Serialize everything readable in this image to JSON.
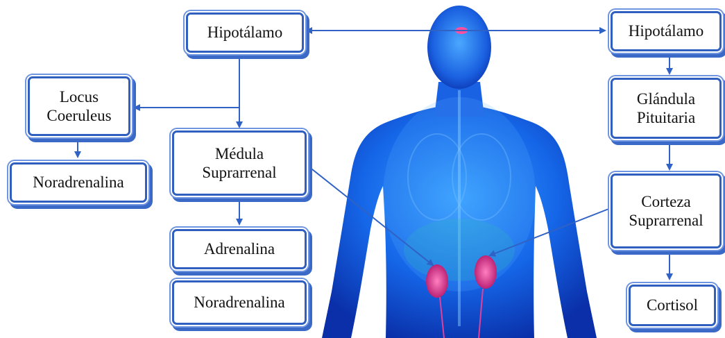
{
  "colors": {
    "box_border": "#2f5fbf",
    "arrow": "#2f62c4",
    "body_glow": "#1f7cff",
    "kidney": "#e0409a",
    "brain_dot": "#ff4fa0"
  },
  "left_chain": {
    "hipotalamo": "Hipotálamo",
    "locus_line1": "Locus",
    "locus_line2": "Coeruleus",
    "noradrenalina_left": "Noradrenalina",
    "medula_line1": "Médula",
    "medula_line2": "Suprarrenal",
    "adrenalina": "Adrenalina",
    "noradrenalina_bottom": "Noradrenalina"
  },
  "right_chain": {
    "hipotalamo": "Hipotálamo",
    "glandula_line1": "Glándula",
    "glandula_line2": "Pituitaria",
    "corteza_line1": "Corteza",
    "corteza_line2": "Suprarrenal",
    "cortisol": "Cortisol"
  },
  "illustration": {
    "subject": "human-body-xray",
    "highlighted_organs": [
      "brain-hypothalamus",
      "adrenal-kidneys"
    ]
  }
}
